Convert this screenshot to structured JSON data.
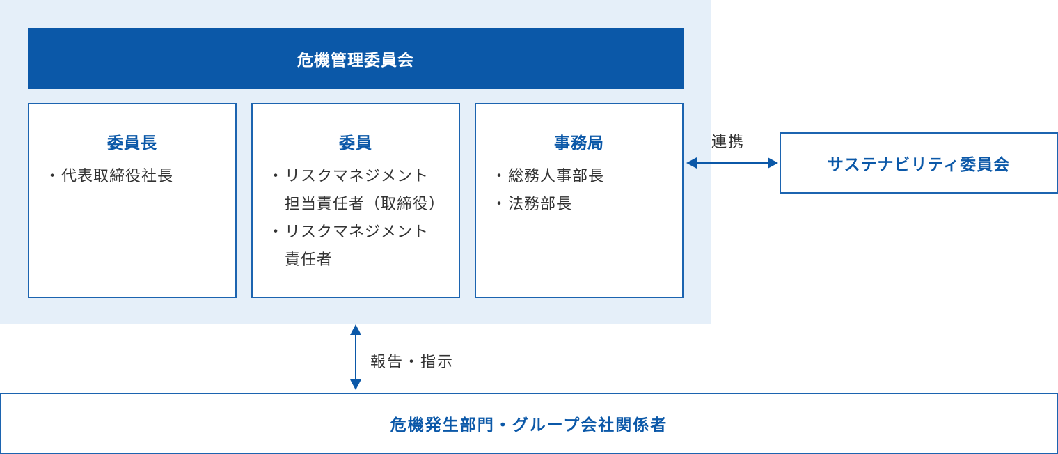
{
  "committee": {
    "title": "危機管理委員会",
    "boxes": [
      {
        "title": "委員長",
        "items": [
          "代表取締役社長"
        ]
      },
      {
        "title": "委員",
        "items": [
          "リスクマネジメント\n担当責任者（取締役）",
          "リスクマネジメント\n責任者"
        ]
      },
      {
        "title": "事務局",
        "items": [
          "総務人事部長",
          "法務部長"
        ]
      }
    ]
  },
  "link": {
    "label": "連携",
    "target": "サステナビリティ委員会"
  },
  "report": {
    "label": "報告・指示",
    "target": "危機発生部門・グループ会社関係者"
  },
  "colors": {
    "primary": "#0b58a8",
    "panel_bg": "#e5eff9",
    "border": "#1c64b0",
    "text": "#333333"
  }
}
